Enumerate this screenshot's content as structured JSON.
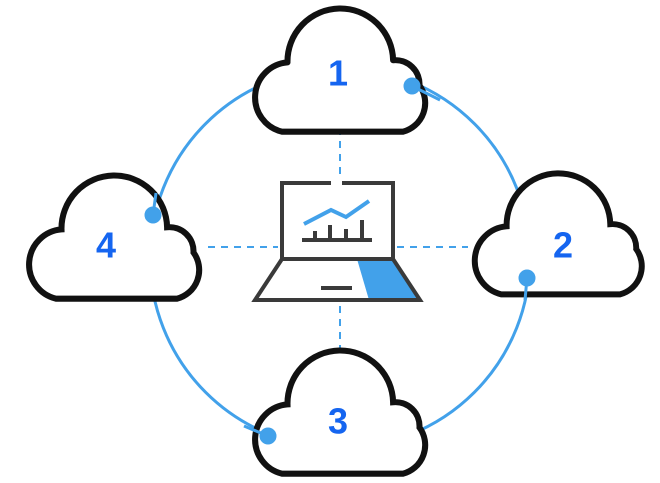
{
  "nodes": [
    {
      "label": "1"
    },
    {
      "label": "2"
    },
    {
      "label": "3"
    },
    {
      "label": "4"
    }
  ],
  "center": {
    "icon": "laptop-chart-icon"
  },
  "colors": {
    "accent": "#42a1ea",
    "outline": "#111111",
    "laptop": "#3a3a3a",
    "number": "#1565f0"
  }
}
